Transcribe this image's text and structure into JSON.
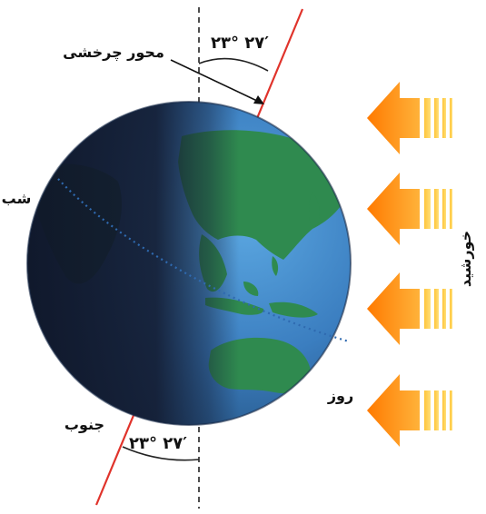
{
  "labels": {
    "rotation_axis": "محور چرخشی",
    "night": "شب",
    "day": "روز",
    "south": "جنوب",
    "sun": "خورشید",
    "tilt_angle_top": "۲۳° ۲۷′",
    "tilt_angle_bottom": "۲۳° ۲۷′"
  },
  "tilt_degrees": 23.45,
  "sunlight_arrow_count": 4,
  "colors": {
    "axis": "#e0332b",
    "ocean": "#3f86c8",
    "land": "#2f8a4f",
    "night": "#141c30",
    "arrow": "#f58a10",
    "equator": "#2f6ab0"
  }
}
